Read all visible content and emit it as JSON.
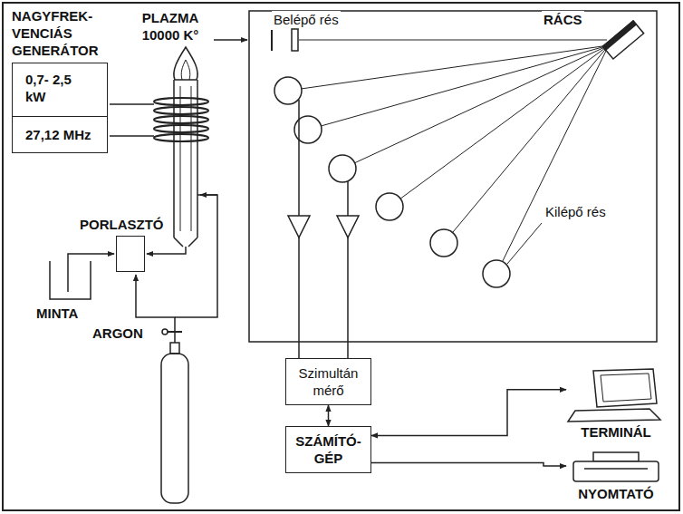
{
  "diagram": {
    "nodes": [
      {
        "text": [
          "NAGYFREK- VENCIÁS GENERÁTOR",
          "0,7- 2,5 kW",
          "27,12 MHz"
        ]
      },
      {
        "text": [
          "PORLASZTÓ"
        ]
      },
      {
        "text": [
          "Szimultán mérő"
        ]
      },
      {
        "text": [
          "SZÁMÍTÓ- GÉP"
        ]
      },
      {
        "text": [
          "TERMINÁL"
        ]
      },
      {
        "text": [
          "NYOMTATÓ"
        ]
      }
    ],
    "edges": [
      {
        "from": 2,
        "to": 3,
        "arrow": "both"
      },
      {
        "from": 3,
        "to": 4,
        "arrow": "both"
      },
      {
        "from": 3,
        "to": 5,
        "arrow": "to"
      }
    ],
    "labels": [
      "PLAZMA 10000 K°",
      "Belépő rés",
      "RÁCS",
      "Kilépő rés",
      "MINTA",
      "ARGON"
    ]
  }
}
